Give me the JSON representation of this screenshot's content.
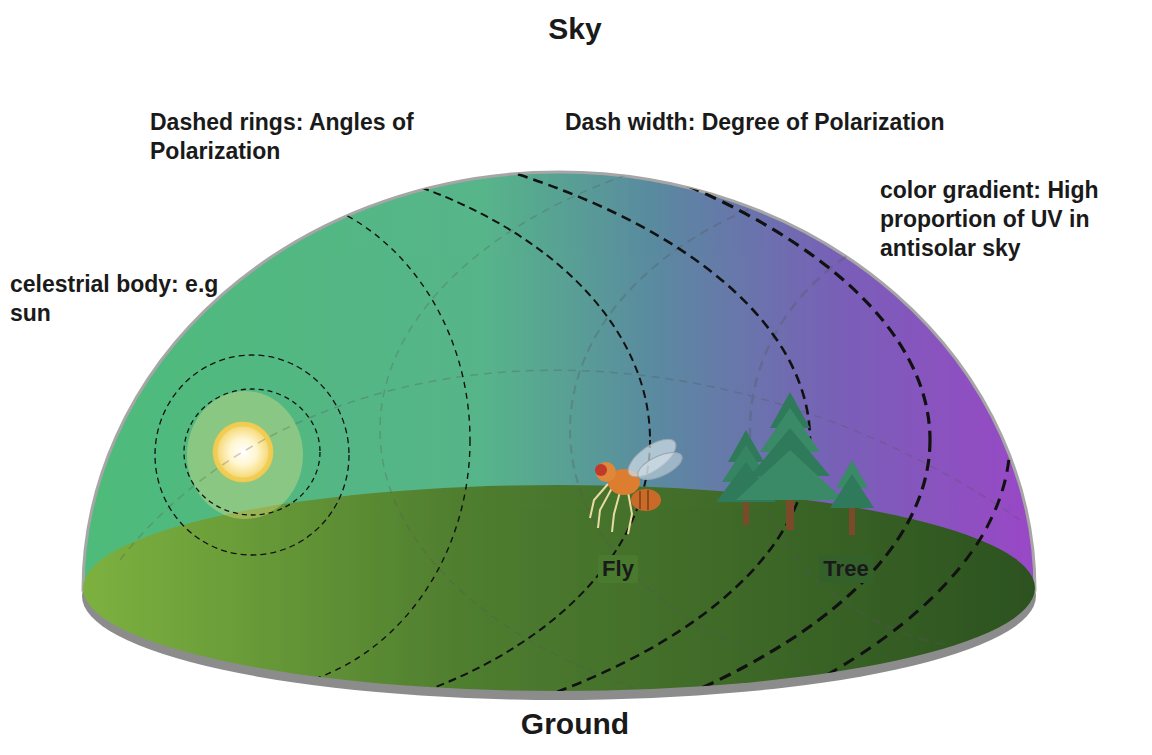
{
  "diagram": {
    "labels": [
      "Sky",
      "Dashed rings: Angles of Polarization",
      "Dash width: Degree of Polarization",
      "color gradient: High proportion of UV in antisolar sky",
      "celestrial body: e.g sun",
      "Fly",
      "Tree",
      "Ground"
    ]
  }
}
